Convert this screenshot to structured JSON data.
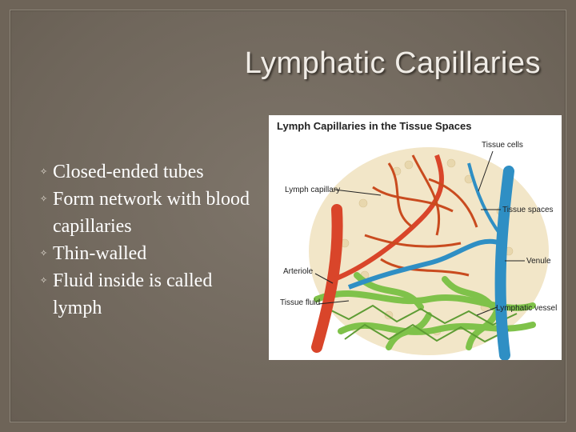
{
  "slide": {
    "title": "Lymphatic Capillaries",
    "bullets": [
      "Closed-ended tubes",
      "Form network with blood capillaries",
      "Thin-walled",
      "Fluid inside is called lymph"
    ],
    "bullet_icon": "small-diamond-bullet"
  },
  "figure": {
    "title": "Lymph Capillaries in the Tissue Spaces",
    "labels": {
      "tissue_cells": "Tissue cells",
      "lymph_capillary": "Lymph capillary",
      "tissue_spaces": "Tissue spaces",
      "venule": "Venule",
      "arteriole": "Arteriole",
      "tissue_fluid": "Tissue fluid",
      "lymphatic_vessel": "Lymphatic vessel"
    },
    "colors": {
      "artery": "#d9452a",
      "vein": "#2f8fc4",
      "lymph": "#7fc24a",
      "tissue": "#f2e6c8"
    }
  }
}
